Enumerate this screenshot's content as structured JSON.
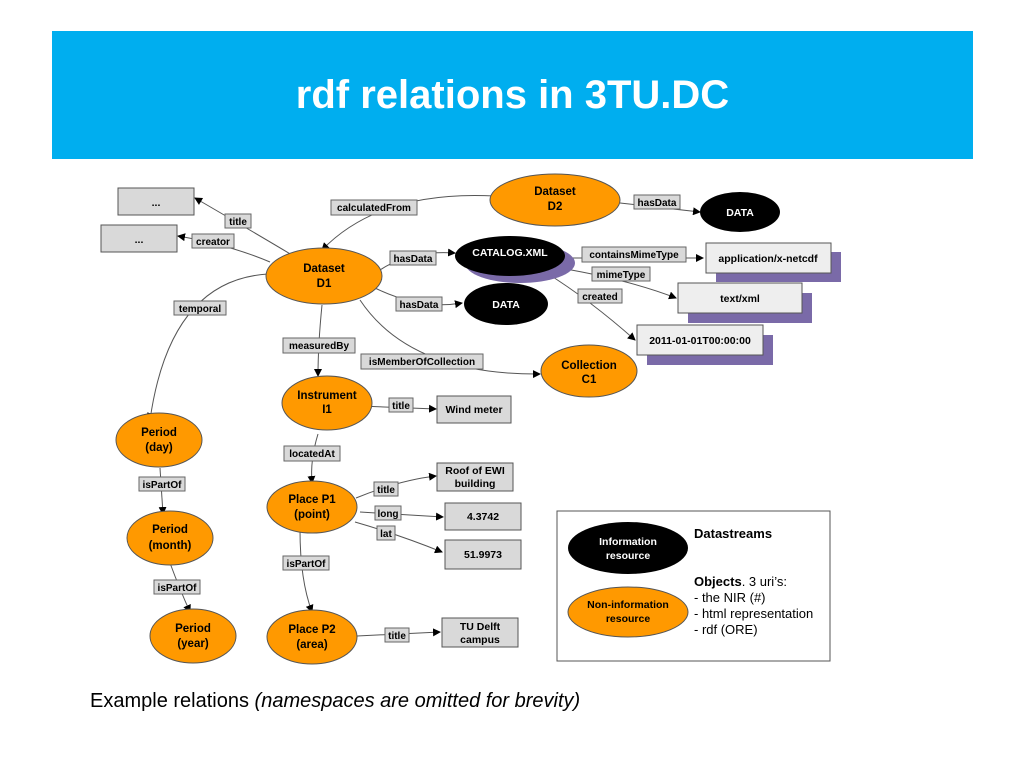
{
  "title": "rdf relations in 3TU.DC",
  "caption": {
    "text": "Example relations",
    "note": "(namespaces are omitted for brevity)"
  },
  "colors": {
    "title_bar": "#00aeef",
    "non_information": "#ff9900",
    "information": "#000000",
    "literal_box": "#d9d9d9",
    "shadow": "#7a6aa8"
  },
  "nodes": {
    "dataset_d2": [
      "Dataset",
      "D2"
    ],
    "dataset_d1": [
      "Dataset",
      "D1"
    ],
    "data_top": "DATA",
    "catalog_xml": "CATALOG.XML",
    "data_mid": "DATA",
    "collection_c1": [
      "Collection",
      "C1"
    ],
    "instrument_i1": [
      "Instrument",
      "I1"
    ],
    "period_day": [
      "Period",
      "(day)"
    ],
    "period_month": [
      "Period",
      "(month)"
    ],
    "period_year": [
      "Period",
      "(year)"
    ],
    "place_p1": [
      "Place P1",
      "(point)"
    ],
    "place_p2": [
      "Place P2",
      "(area)"
    ]
  },
  "literals": {
    "ellipsis_1": "...",
    "ellipsis_2": "...",
    "mime_netcdf": "application/x-netcdf",
    "mime_textxml": "text/xml",
    "created_date": "2011-01-01T00:00:00",
    "wind_meter": "Wind meter",
    "roof_ewi": [
      "Roof of EWI",
      "building"
    ],
    "long_value": "4.3742",
    "lat_value": "51.9973",
    "tu_delft": [
      "TU Delft",
      "campus"
    ]
  },
  "edges": {
    "title_1": "title",
    "creator": "creator",
    "calculated_from": "calculatedFrom",
    "has_data_d2": "hasData",
    "has_data_catalog": "hasData",
    "has_data_d1": "hasData",
    "contains_mime_type": "containsMimeType",
    "mime_type": "mimeType",
    "created": "created",
    "temporal": "temporal",
    "measured_by": "measuredBy",
    "is_member_of_collection": "isMemberOfCollection",
    "title_instrument": "title",
    "located_at": "locatedAt",
    "is_part_of_day": "isPartOf",
    "is_part_of_month": "isPartOf",
    "title_p1": "title",
    "long": "long",
    "lat": "lat",
    "is_part_of_place": "isPartOf",
    "title_p2": "title"
  },
  "legend": {
    "information_resource": [
      "Information",
      "resource"
    ],
    "non_information_resource": [
      "Non-information",
      "resource"
    ],
    "datastreams": "Datastreams",
    "objects_bold": "Objects",
    "objects_rest": ". 3 uri’s:",
    "items": [
      "- the NIR (#)",
      "- html representation",
      "- rdf (ORE)"
    ]
  }
}
